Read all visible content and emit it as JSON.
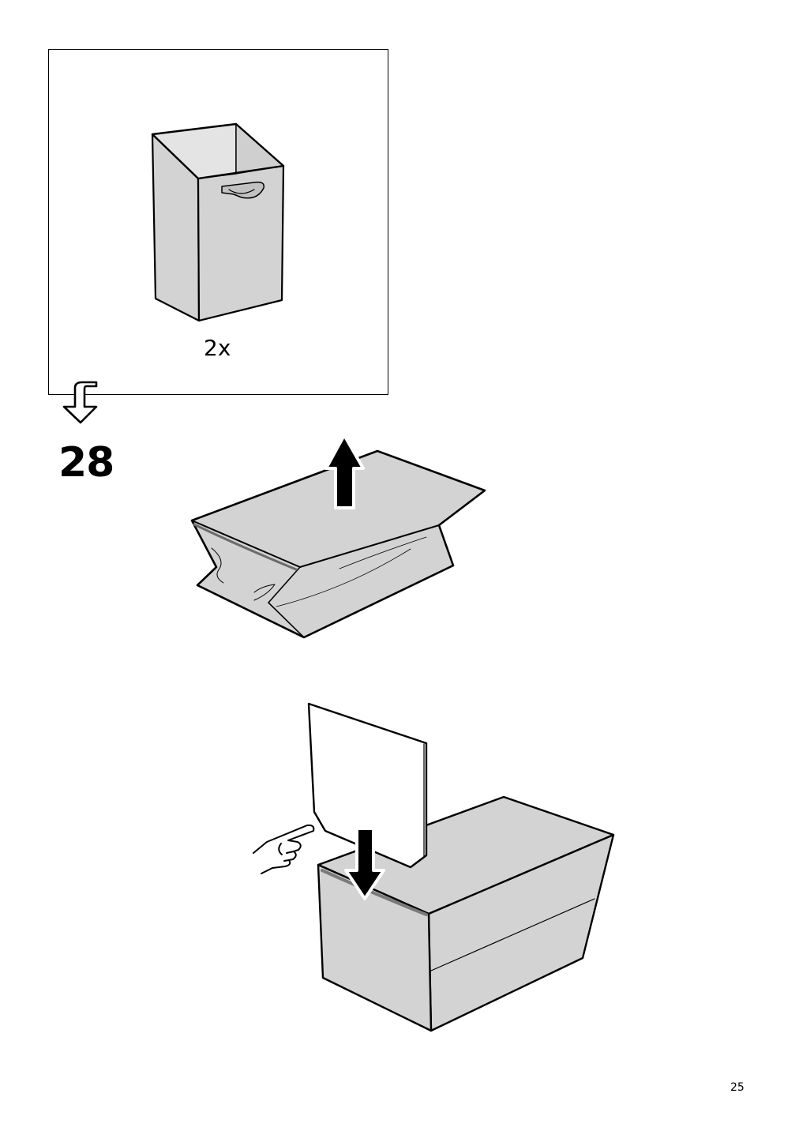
{
  "inset": {
    "quantity": "2x"
  },
  "step": {
    "number": "28"
  },
  "footer": {
    "page_number": "25"
  },
  "colors": {
    "fabric_fill": "#d3d3d3",
    "line": "#000000",
    "paper": "#ffffff"
  },
  "icons": [
    "storage-box-icon",
    "next-step-arrow-icon",
    "up-arrow-icon",
    "down-arrow-icon",
    "pointing-hand-icon"
  ]
}
